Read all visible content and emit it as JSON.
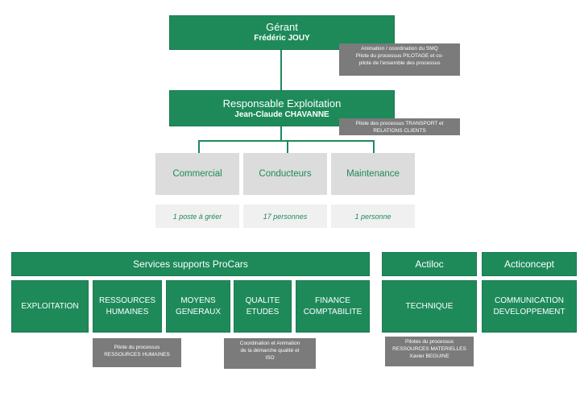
{
  "top": {
    "gerant_title": "Gérant",
    "gerant_name": "Frédéric JOUY",
    "gerant_note": "Animation / coordination du SMQ\nPilote du processus PILOTAGE et co-\npilote de l'ensemble des processus",
    "resp_title": "Responsable Exploitation",
    "resp_name": "Jean-Claude CHAVANNE",
    "resp_note": "Pilote des processus TRANSPORT et\nRELATIONS CLIENTS"
  },
  "departments": [
    {
      "label": "Commercial",
      "count": "1 poste à gréer"
    },
    {
      "label": "Conducteurs",
      "count": "17 personnes"
    },
    {
      "label": "Maintenance",
      "count": "1 personne"
    }
  ],
  "groups": {
    "procars": "Services supports ProCars",
    "actiloc": "Actiloc",
    "acticoncept": "Acticoncept"
  },
  "services": {
    "exploitation": "EXPLOITATION",
    "rh": "RESSOURCES\nHUMAINES",
    "moyens": "MOYENS\nGENERAUX",
    "qualite": "QUALITE\nETUDES",
    "finance": "FINANCE\nCOMPTABILITE",
    "technique": "TECHNIQUE",
    "communication": "COMMUNICATION\nDEVELOPPEMENT"
  },
  "notes": {
    "rh": "Pilote du processus\nRESSOURCES HUMAINES",
    "qualite": "Coordination et Animation\nde la démarche qualité et\nISO",
    "technique": "Pilotes du processus\nRESSOURCES MATERIELLES\nXavier BEGUINE"
  }
}
